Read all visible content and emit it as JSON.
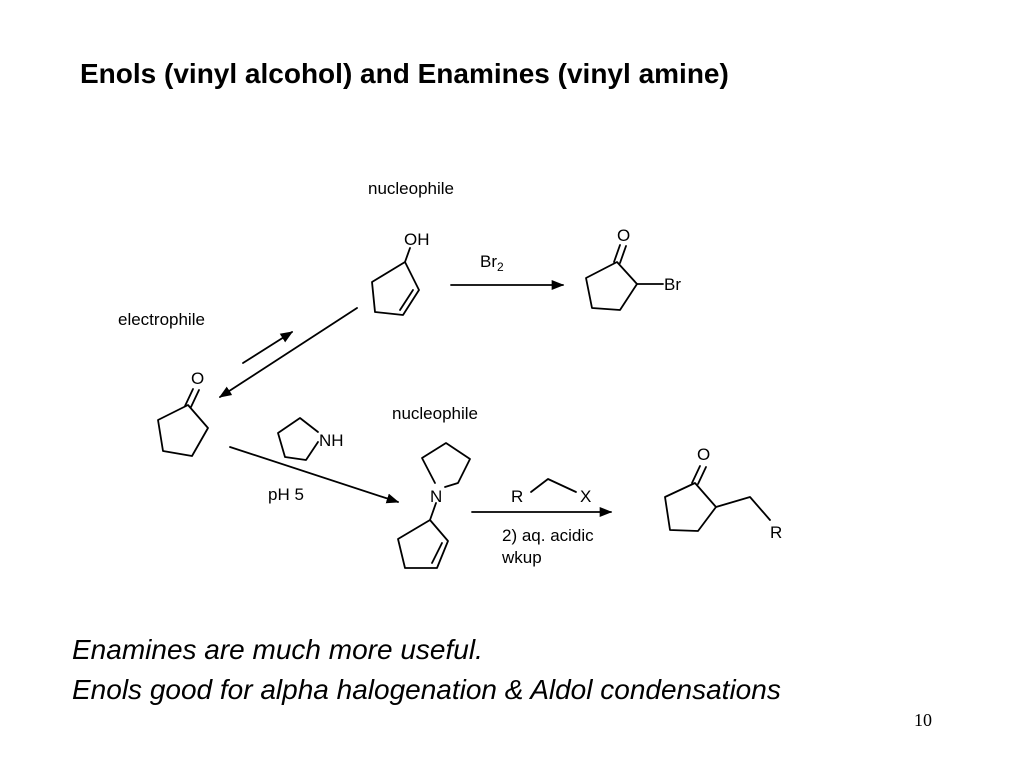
{
  "slide": {
    "title": "Enols (vinyl alcohol) and Enamines (vinyl amine)",
    "page_number": "10"
  },
  "scheme": {
    "enol_label": "nucleophile",
    "enol_oh": "OH",
    "br2_main": "Br",
    "br2_sub": "2",
    "bromoketone_o": "O",
    "bromoketone_br": "Br",
    "electrophile_label": "electrophile",
    "cyclopentanone_o": "O",
    "pyrrolidine_nh": "NH",
    "enamine_label": "nucleophile",
    "enamine_n": "N",
    "ph_condition": "pH 5",
    "alkyl_r": "R",
    "alkyl_x": "X",
    "workup_line1": "2) aq. acidic",
    "workup_line2": "wkup",
    "product_o": "O",
    "product_r": "R"
  },
  "notes": {
    "line1": "Enamines are much more useful.",
    "line2": "Enols good for alpha halogenation & Aldol condensations"
  }
}
